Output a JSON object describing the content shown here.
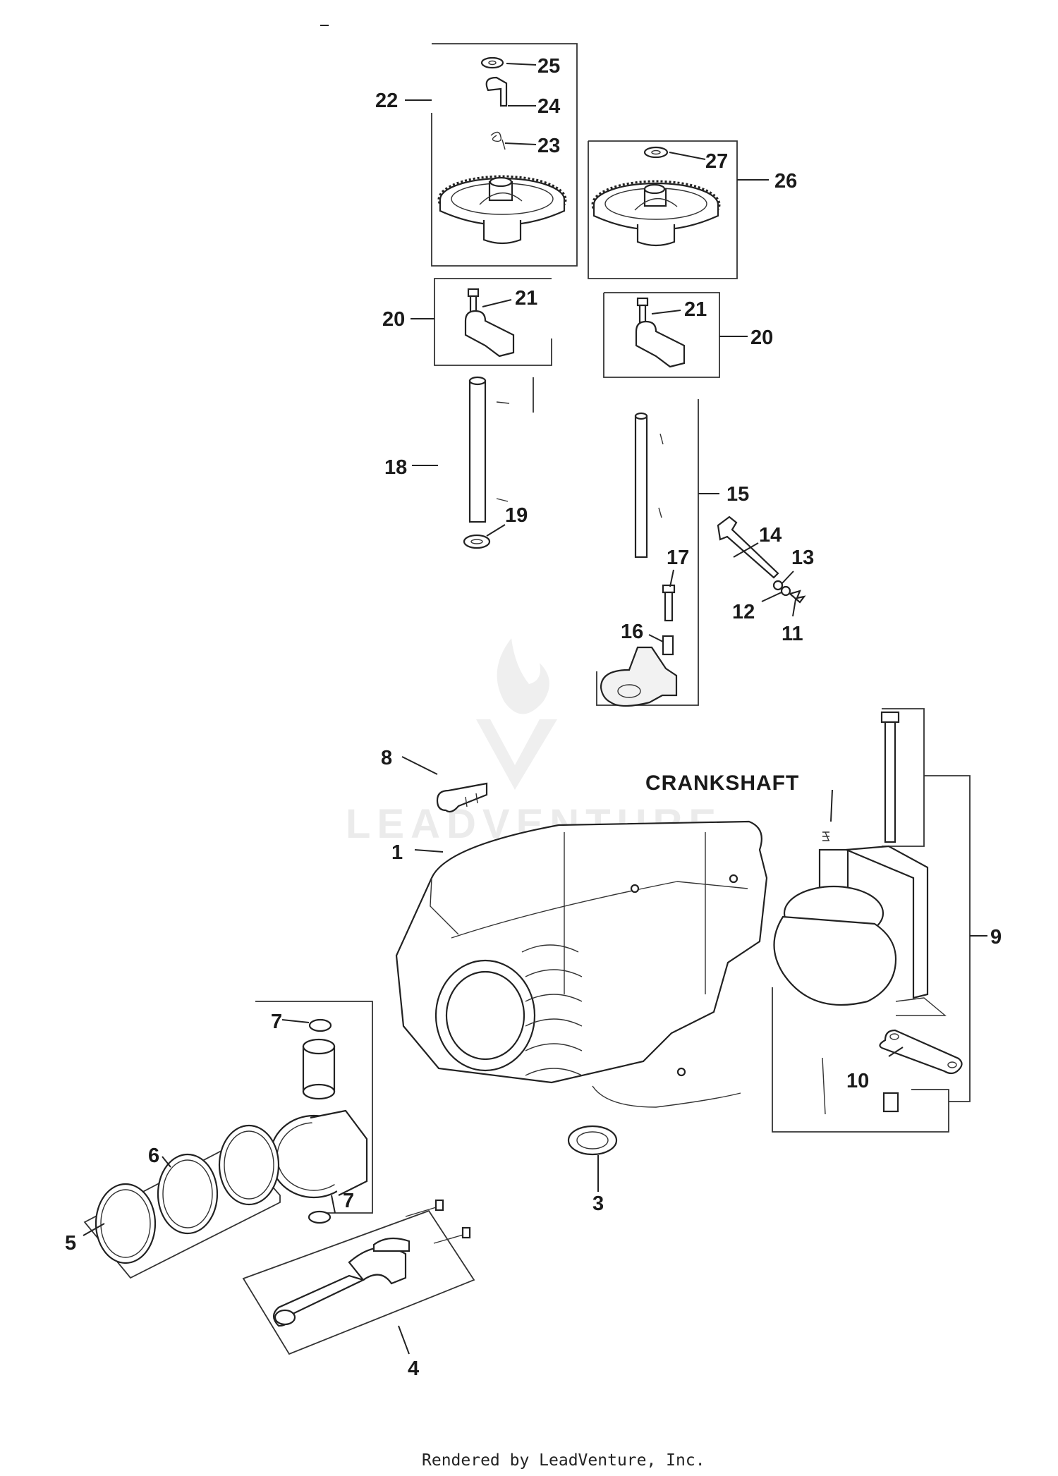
{
  "callouts": [
    "1",
    "3",
    "4",
    "5",
    "6",
    "7",
    "8",
    "9",
    "10",
    "11",
    "12",
    "13",
    "14",
    "15",
    "16",
    "17",
    "18",
    "19",
    "20",
    "21",
    "22",
    "23",
    "24",
    "25",
    "26",
    "27"
  ],
  "crankshaft_label": "CRANKSHAFT",
  "watermark_brand": "LEADVENTURE",
  "footer_text": "Rendered by LeadVenture, Inc."
}
